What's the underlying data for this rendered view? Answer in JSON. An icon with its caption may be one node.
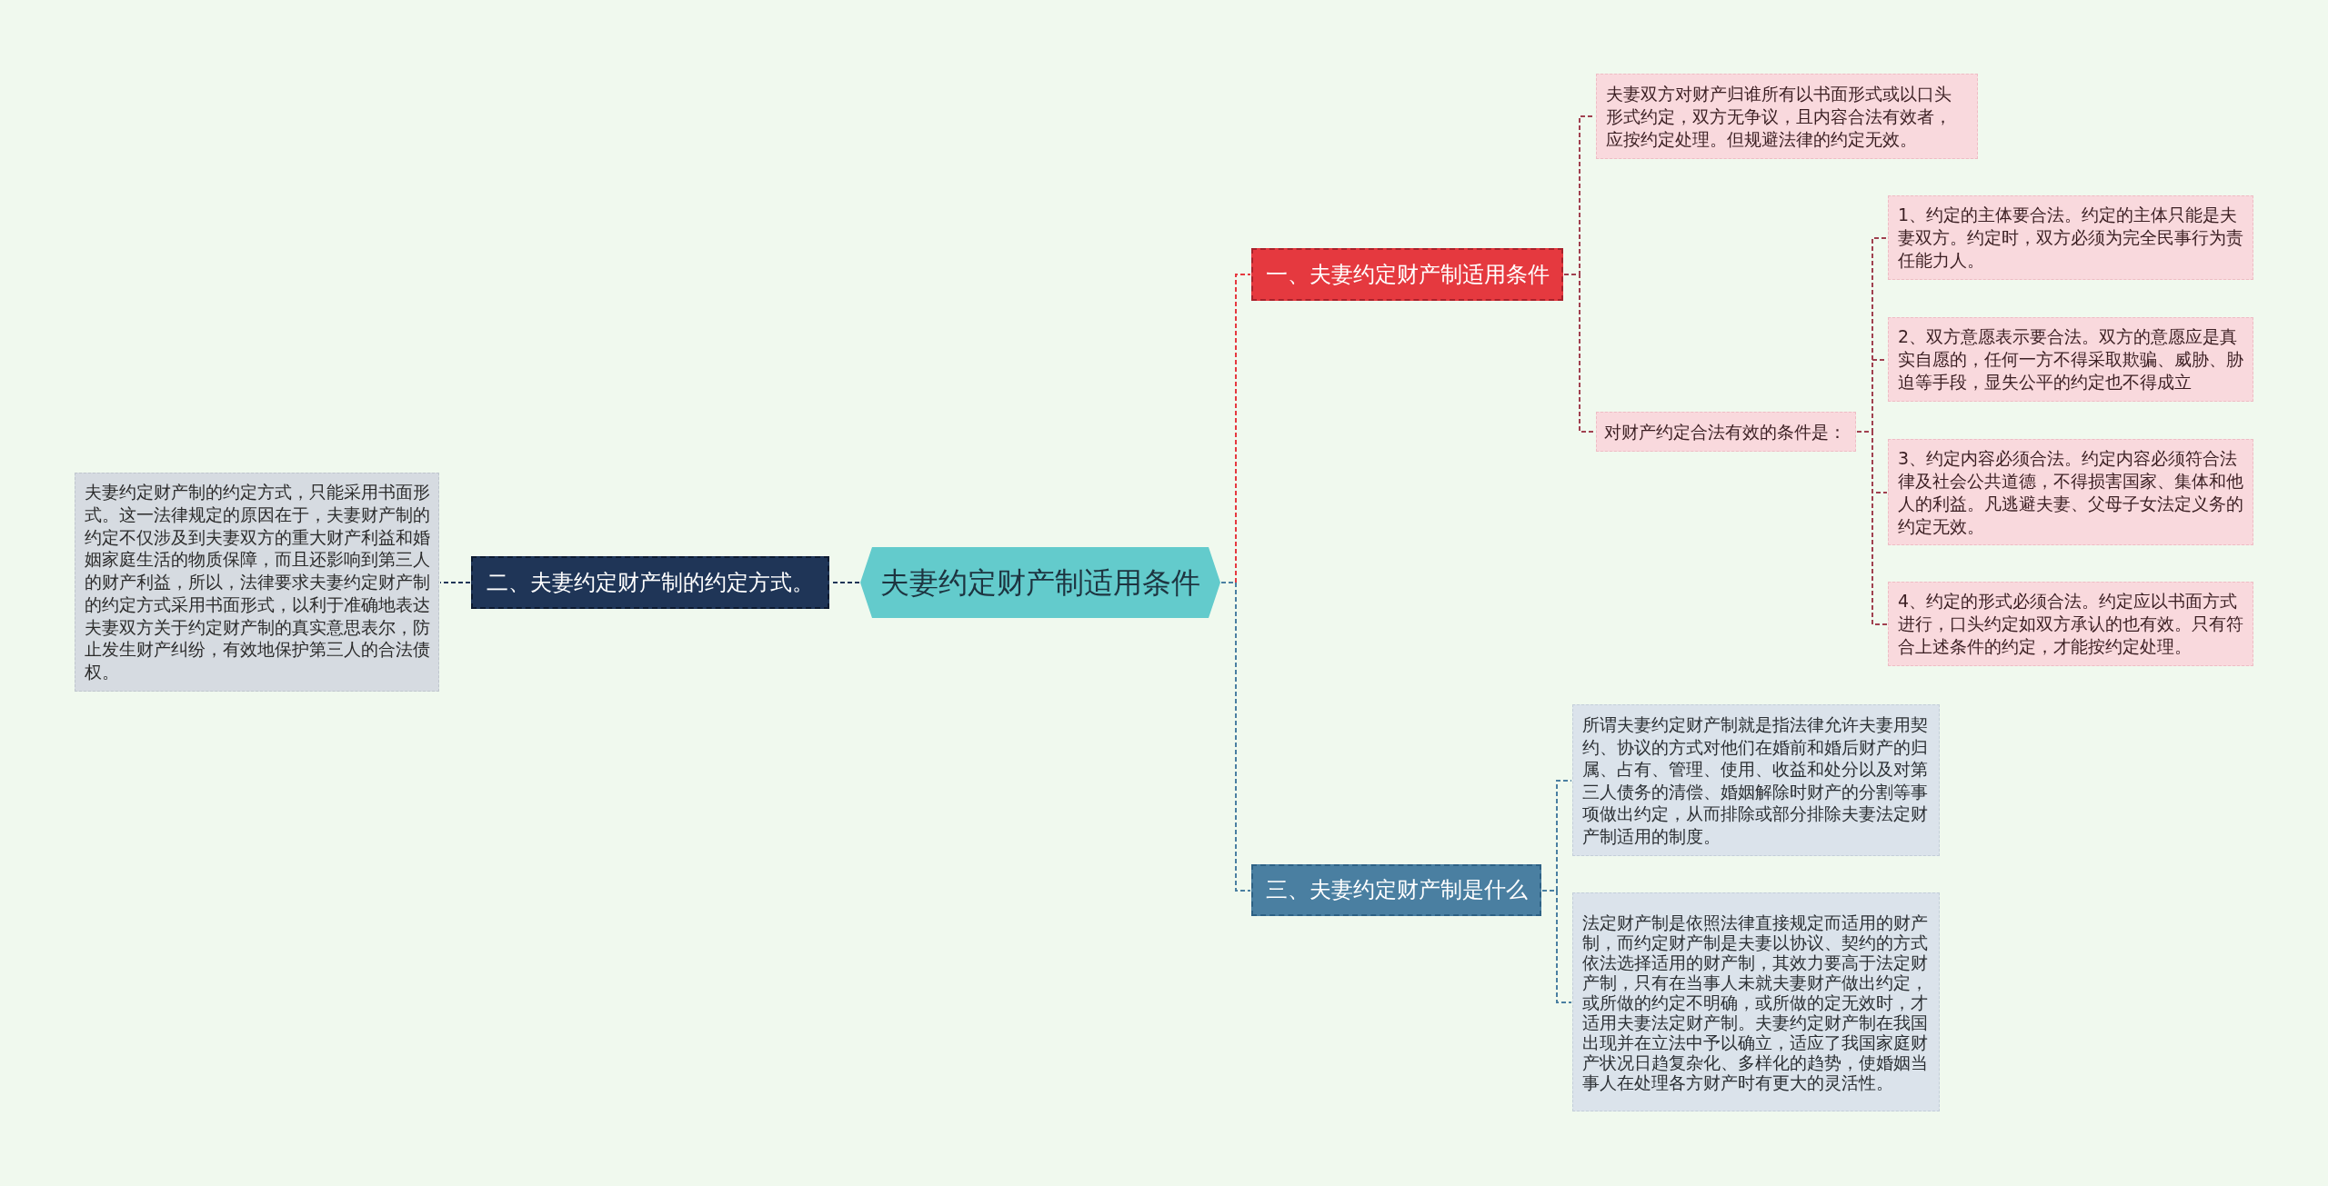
{
  "diagram": {
    "nodes": [
      {
        "text": [
          "夫妻约定财产制适用条件"
        ]
      },
      {
        "text": [
          "一、夫妻约定财产制适用条件"
        ]
      },
      {
        "text": [
          "夫妻双方对财产归谁所有以书面形式或以口头形式约定，双方无争议，且内容合法有效者，应按约定处理。但规避法律的约定无效。"
        ]
      },
      {
        "text": [
          "对财产约定合法有效的条件是："
        ]
      },
      {
        "text": [
          "1、约定的主体要合法。约定的主体只能是夫妻双方。约定时，双方必须为完全民事行为责任能力人。"
        ]
      },
      {
        "text": [
          "2、双方意愿表示要合法。双方的意愿应是真实自愿的，任何一方不得采取欺骗、威胁、胁迫等手段，显失公平的约定也不得成立"
        ]
      },
      {
        "text": [
          "3、约定内容必须合法。约定内容必须符合法律及社会公共道德，不得损害国家、集体和他人的利益。凡逃避夫妻、父母子女法定义务的约定无效。"
        ]
      },
      {
        "text": [
          "4、约定的形式必须合法。约定应以书面方式进行，口头约定如双方承认的也有效。只有符合上述条件的约定，才能按约定处理。"
        ]
      },
      {
        "text": [
          "二、夫妻约定财产制的约定方式。"
        ]
      },
      {
        "text": [
          "夫妻约定财产制的约定方式，只能采用书面形式。这一法律规定的原因在于，夫妻财产制的约定不仅涉及到夫妻双方的重大财产利益和婚姻家庭生活的物质保障，而且还影响到第三人的财产利益，所以，法律要求夫妻约定财产制的约定方式采用书面形式，以利于准确地表达夫妻双方关于约定财产制的真实意思表尔，防止发生财产纠纷，有效地保护第三人的合法债权。"
        ]
      },
      {
        "text": [
          "三、夫妻约定财产制是什么"
        ]
      },
      {
        "text": [
          "所谓夫妻约定财产制就是指法律允许夫妻用契约、协议的方式对他们在婚前和婚后财产的归属、占有、管理、使用、收益和处分以及对第三人债务的清偿、婚姻解除时财产的分割等事项做出约定，从而排除或部分排除夫妻法定财产制适用的制度。"
        ]
      },
      {
        "text": [
          "法定财产制是依照法律直接规定而适用的财产制，而约定财产制是夫妻以协议、契约的方式依法选择适用的财产制，其效力要高于法定财产制，只有在当事人未就夫妻财产做出约定，或所做的约定不明确，或所做的定无效时，才适用夫妻法定财产制。夫妻约定财产制在我国出现并在立法中予以确立，适应了我国家庭财产状况日趋复杂化、多样化的趋势，使婚姻当事人在处理各方财产时有更大的灵活性。"
        ]
      }
    ],
    "edges": [
      {
        "from": 0,
        "to": 1,
        "arrow": "none",
        "color": "#e5393f"
      },
      {
        "from": 1,
        "to": 2,
        "arrow": "none"
      },
      {
        "from": 1,
        "to": 3,
        "arrow": "none"
      },
      {
        "from": 3,
        "to": 4,
        "arrow": "none"
      },
      {
        "from": 3,
        "to": 5,
        "arrow": "none"
      },
      {
        "from": 3,
        "to": 6,
        "arrow": "none"
      },
      {
        "from": 3,
        "to": 7,
        "arrow": "none"
      },
      {
        "from": 0,
        "to": 8,
        "arrow": "none",
        "color": "#1f3557"
      },
      {
        "from": 8,
        "to": 9,
        "arrow": "none",
        "color": "#1f3557"
      },
      {
        "from": 0,
        "to": 10,
        "arrow": "none",
        "color": "#4a7fa1"
      },
      {
        "from": 10,
        "to": 11,
        "arrow": "none",
        "color": "#4a7fa1"
      },
      {
        "from": 10,
        "to": 12,
        "arrow": "none",
        "color": "#4a7fa1"
      }
    ]
  }
}
